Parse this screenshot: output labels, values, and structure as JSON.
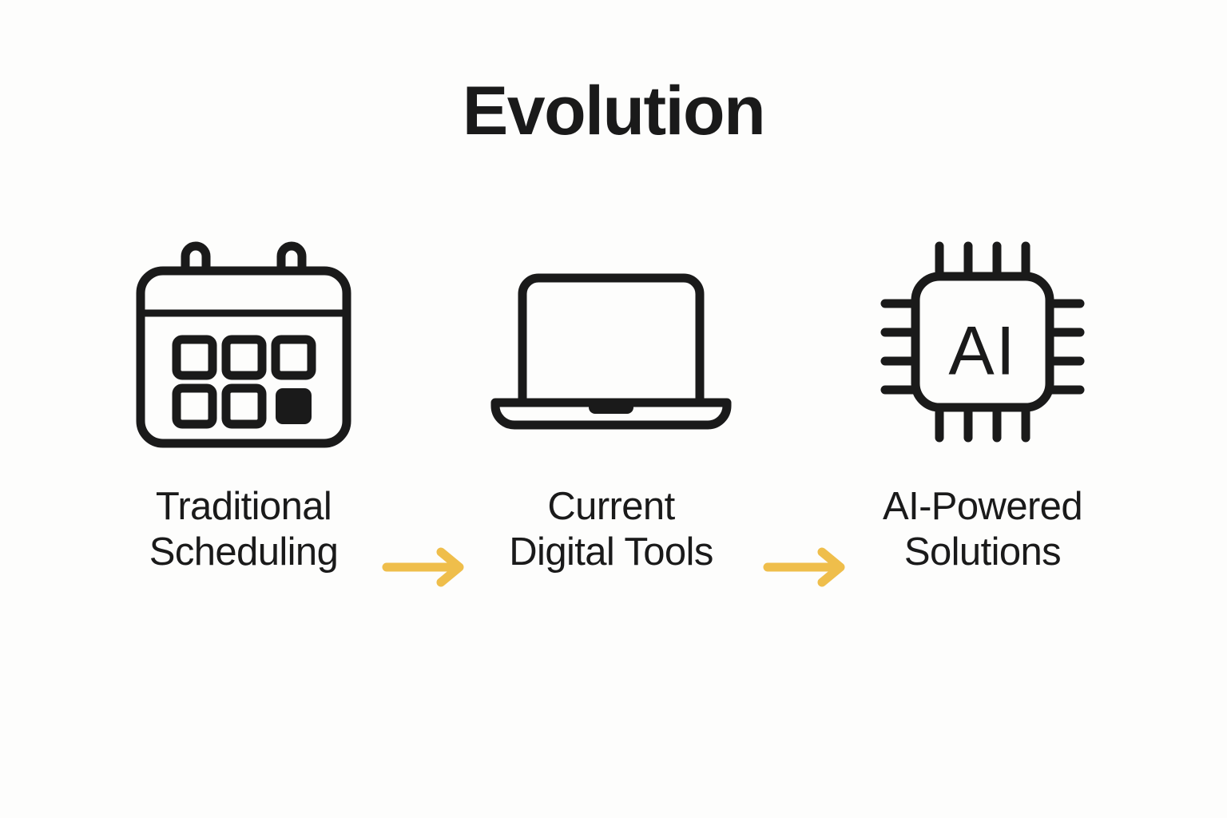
{
  "slide": {
    "title": "Evolution",
    "background_color": "#FDFDFC",
    "ink_color": "#1A1A1A",
    "accent_color": "#EFBE4B"
  },
  "stages": [
    {
      "icon": "calendar-icon",
      "label_line_1": "Traditional",
      "label_line_2": "Scheduling"
    },
    {
      "icon": "laptop-icon",
      "label_line_1": "Current",
      "label_line_2": "Digital Tools"
    },
    {
      "icon": "ai-chip-icon",
      "label_line_1": "AI-Powered",
      "label_line_2": "Solutions",
      "chip_text": "AI"
    }
  ],
  "connectors": [
    {
      "icon": "arrow-right-icon",
      "color": "#EFBE4B"
    },
    {
      "icon": "arrow-right-icon",
      "color": "#EFBE4B"
    }
  ]
}
